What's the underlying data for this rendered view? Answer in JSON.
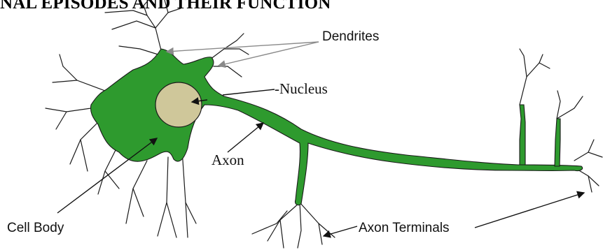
{
  "heading": "NAL EPISODES AND THEIR FUNCTION",
  "labels": {
    "dendrites": "Dendrites",
    "nucleus": "-Nucleus",
    "axon": "Axon",
    "cell_body": "Cell Body",
    "axon_terminals": "Axon Terminals"
  },
  "colors": {
    "cell": "#2e9a2e",
    "nucleus": "#cfc79a",
    "outline": "#1a1a1a",
    "pointer_grey": "#8a8a8a"
  }
}
